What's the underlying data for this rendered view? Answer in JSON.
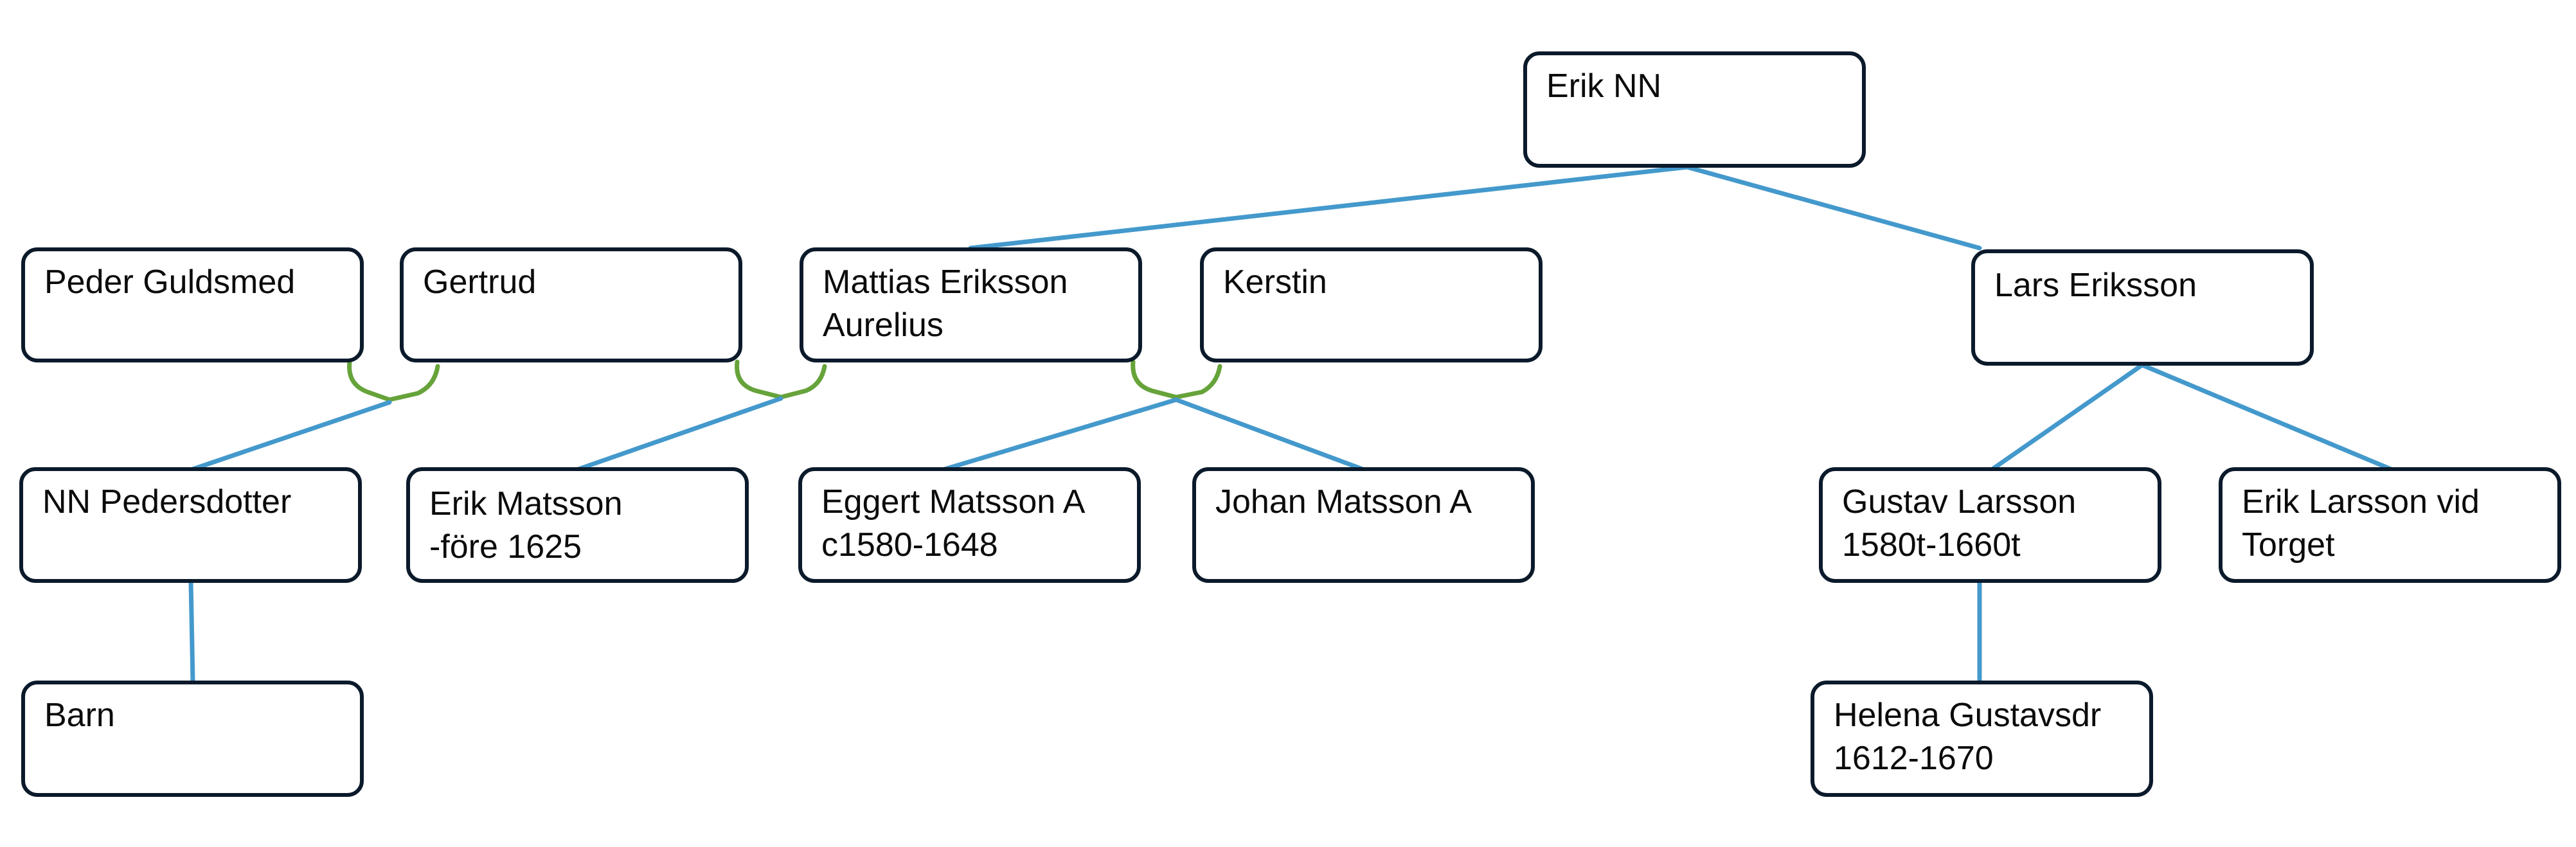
{
  "colors": {
    "descent": "#4499cc",
    "marriage": "#66a33a",
    "box_border": "#0b1a2b"
  },
  "persons": {
    "erik_nn": [
      "Erik NN"
    ],
    "peder_guldsmed": [
      "Peder Guldsmed"
    ],
    "gertrud": [
      "Gertrud"
    ],
    "mattias_eriksson": [
      "Mattias Eriksson",
      "Aurelius"
    ],
    "kerstin": [
      "Kerstin"
    ],
    "lars_eriksson": [
      "Lars Eriksson"
    ],
    "nn_pedersdotter": [
      "NN Pedersdotter"
    ],
    "erik_matsson": [
      "Erik Matsson",
      "-före 1625"
    ],
    "eggert_matsson": [
      "Eggert Matsson A",
      "c1580-1648"
    ],
    "johan_matsson": [
      "Johan Matsson A"
    ],
    "gustav_larsson": [
      "Gustav Larsson",
      "1580t-1660t"
    ],
    "erik_larsson": [
      "Erik Larsson vid",
      "Torget"
    ],
    "barn": [
      "Barn"
    ],
    "helena_gustavsdr": [
      "Helena Gustavsdr",
      "1612-1670"
    ]
  },
  "relations": [
    {
      "type": "parent-child",
      "from": "erik_nn",
      "to": "mattias_eriksson"
    },
    {
      "type": "parent-child",
      "from": "erik_nn",
      "to": "lars_eriksson"
    },
    {
      "type": "marriage",
      "a": "peder_guldsmed",
      "b": "gertrud"
    },
    {
      "type": "marriage",
      "a": "gertrud",
      "b": "mattias_eriksson"
    },
    {
      "type": "marriage",
      "a": "mattias_eriksson",
      "b": "kerstin"
    },
    {
      "type": "parent-child",
      "from": "peder_guldsmed+gertrud",
      "to": "nn_pedersdotter"
    },
    {
      "type": "parent-child",
      "from": "gertrud+mattias_eriksson",
      "to": "erik_matsson"
    },
    {
      "type": "parent-child",
      "from": "mattias_eriksson+kerstin",
      "to": "eggert_matsson"
    },
    {
      "type": "parent-child",
      "from": "mattias_eriksson+kerstin",
      "to": "johan_matsson"
    },
    {
      "type": "parent-child",
      "from": "lars_eriksson",
      "to": "gustav_larsson"
    },
    {
      "type": "parent-child",
      "from": "lars_eriksson",
      "to": "erik_larsson"
    },
    {
      "type": "parent-child",
      "from": "nn_pedersdotter",
      "to": "barn"
    },
    {
      "type": "parent-child",
      "from": "gustav_larsson",
      "to": "helena_gustavsdr"
    }
  ]
}
